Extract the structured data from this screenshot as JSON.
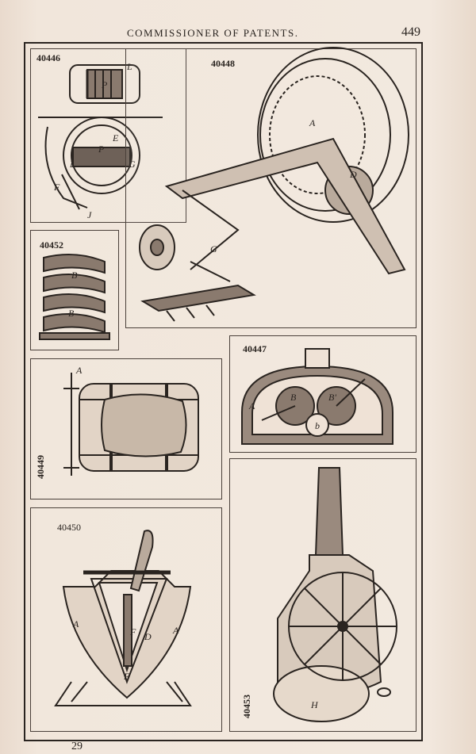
{
  "header": {
    "title": "COMMISSIONER OF PATENTS.",
    "page_number": "449"
  },
  "patents": {
    "p40446": {
      "number": "40446",
      "letters": [
        "L",
        "P",
        "E",
        "P",
        "L",
        "G",
        "F",
        "J"
      ]
    },
    "p40448": {
      "number": "40448",
      "letters": [
        "A",
        "D",
        "G"
      ]
    },
    "p40452": {
      "number": "40452",
      "letters": [
        "B",
        "B"
      ]
    },
    "p40447": {
      "number": "40447",
      "letters": [
        "A",
        "B",
        "B'",
        "b"
      ]
    },
    "p40449": {
      "number": "40449",
      "letters": [
        "A"
      ]
    },
    "p40450": {
      "number": "40450",
      "letters": [
        "A",
        "F",
        "D",
        "A",
        "E"
      ]
    },
    "p40453": {
      "number": "40453",
      "letters": [
        "H"
      ]
    }
  },
  "footer": {
    "signature": "29"
  }
}
